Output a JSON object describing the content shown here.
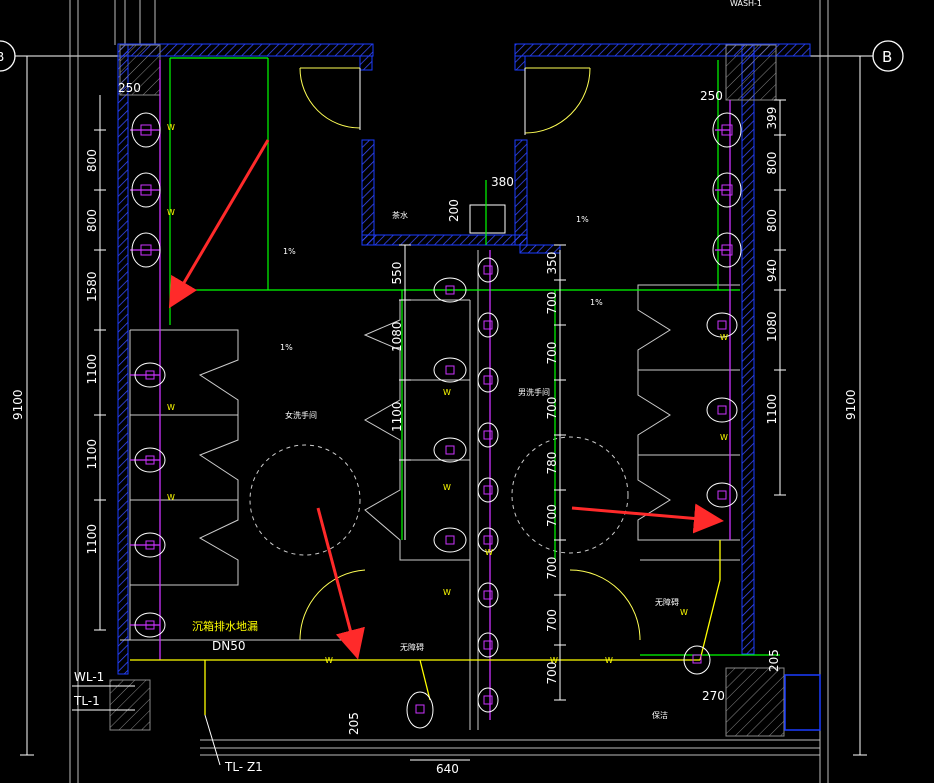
{
  "grid": {
    "left_axis": "B",
    "right_axis": "B"
  },
  "overall_height_left": "9100",
  "overall_height_right": "9100",
  "left_dims": [
    "250",
    "800",
    "800",
    "1580",
    "1100",
    "1100",
    "1100"
  ],
  "right_dims": [
    "250",
    "399",
    "800",
    "800",
    "940",
    "1080",
    "1100"
  ],
  "center_left_dims": [
    "550",
    "1080",
    "1100"
  ],
  "center_right_dims": [
    "350",
    "700",
    "700",
    "700",
    "780",
    "700",
    "700",
    "700",
    "700"
  ],
  "misc_dims": {
    "d380": "380",
    "d200": "200",
    "d205_bottom": "205",
    "d205_right": "205",
    "d270": "270",
    "d640": "640"
  },
  "labels": {
    "wl1": "WL-1",
    "tl1": "TL-1",
    "tlz1": "TL- Z1",
    "floor_drain": "沉箱排水地漏",
    "dn50": "DN50",
    "women_washroom": "女洗手间",
    "men_washroom": "男洗手间",
    "accessible_left": "无障碍",
    "accessible_right": "无障碍",
    "tea_room": "茶水",
    "janitor": "保洁",
    "slope1": "1%",
    "slope2": "1%",
    "slope3": "1%",
    "slope4": "1%",
    "w": "W",
    "top_tag": "WASH-1"
  },
  "colors": {
    "background": "#000000",
    "wall": "#1a3cff",
    "water": "#00ff00",
    "drain": "#cc33ff",
    "annotation": "#ff2a2a",
    "fixture": "#ffffff",
    "hot": "#ffff00"
  }
}
